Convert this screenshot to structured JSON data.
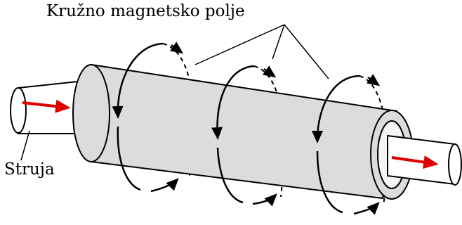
{
  "labels": {
    "field": "Kružno magnetsko polje",
    "current": "Struja"
  },
  "colors": {
    "outline": "#000000",
    "sleeve_fill": "#dcdcdc",
    "rod_fill": "#ffffff",
    "current_arrow": "#e00000"
  },
  "icons": {
    "field_loop": "circular-arrow-loop",
    "current_arrow": "red-arrow"
  }
}
